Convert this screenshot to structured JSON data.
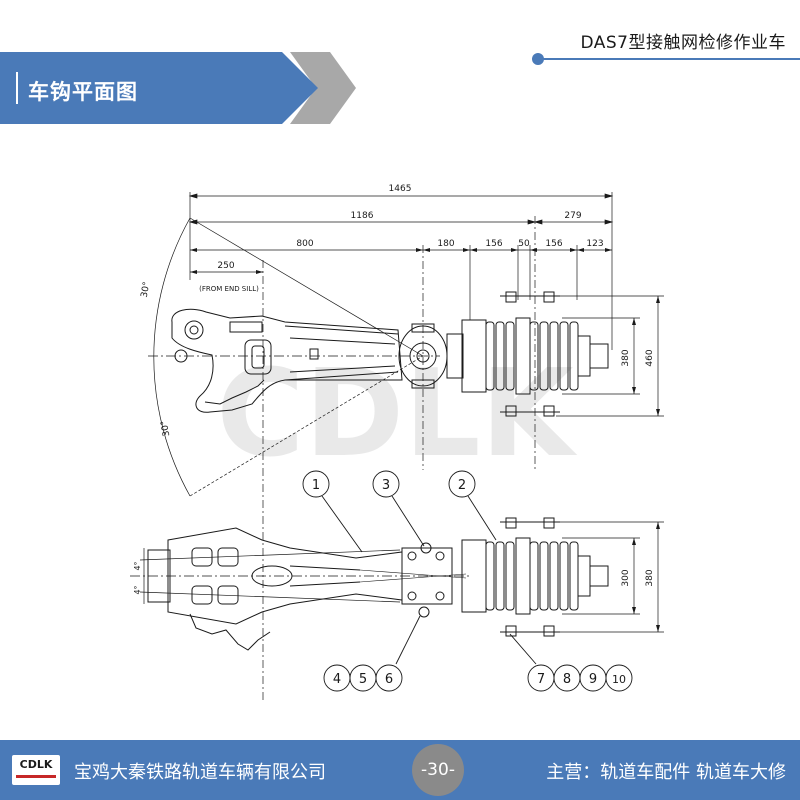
{
  "header": {
    "doc_title": "DAS7型接触网检修作业车",
    "section_title": "车钩平面图",
    "accent_color": "#4a7ab8",
    "arrow_color": "#a8a8a8"
  },
  "drawing": {
    "dim_1465": "1465",
    "dim_1186": "1186",
    "dim_279": "279",
    "dim_800": "800",
    "dim_180": "180",
    "dim_156a": "156",
    "dim_50": "50",
    "dim_156b": "156",
    "dim_123": "123",
    "dim_250": "250",
    "from_end_sill": "(FROM END SILL)",
    "angle_top": "30°",
    "angle_bottom": "30°",
    "dim_380_top": "380",
    "dim_460": "460",
    "dim_300": "300",
    "dim_380_bottom": "380",
    "dim_4_a": "4°",
    "dim_4_b": "4°",
    "callouts": [
      "1",
      "3",
      "2",
      "4",
      "5",
      "6",
      "7",
      "8",
      "9",
      "10"
    ],
    "watermark": "CDLK"
  },
  "footer": {
    "logo_text": "CDLK",
    "company": "宝鸡大秦铁路轨道车辆有限公司",
    "page": "-30-",
    "business": "主营：轨道车配件  轨道车大修"
  }
}
